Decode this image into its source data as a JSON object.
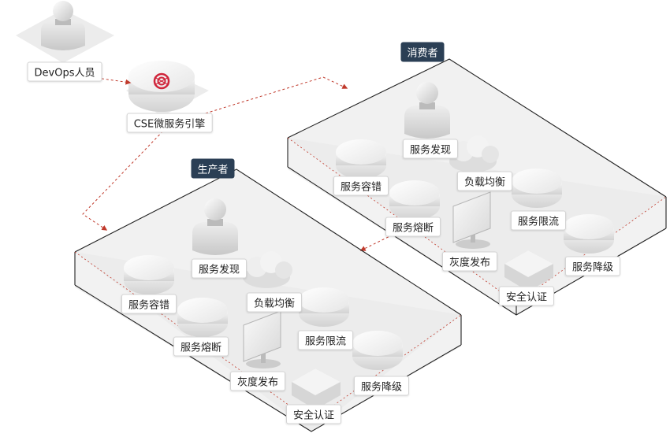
{
  "actors": {
    "devops_label": "DevOps人员",
    "engine_label": "CSE微服务引擎"
  },
  "consumer": {
    "tag": "消费者",
    "discovery": "服务发现",
    "fault_tolerance": "服务容错",
    "load_balancing": "负载均衡",
    "circuit_breaker": "服务熔断",
    "rate_limiting": "服务限流",
    "gray_release": "灰度发布",
    "degradation": "服务降级",
    "security_auth": "安全认证"
  },
  "producer": {
    "tag": "生产者",
    "discovery": "服务发现",
    "fault_tolerance": "服务容错",
    "load_balancing": "负载均衡",
    "circuit_breaker": "服务熔断",
    "rate_limiting": "服务限流",
    "gray_release": "灰度发布",
    "degradation": "服务降级",
    "security_auth": "安全认证"
  },
  "colors": {
    "flow_arrow": "#c0392b",
    "tag_bg": "#2b3f55",
    "engine_logo": "#d0243a"
  }
}
